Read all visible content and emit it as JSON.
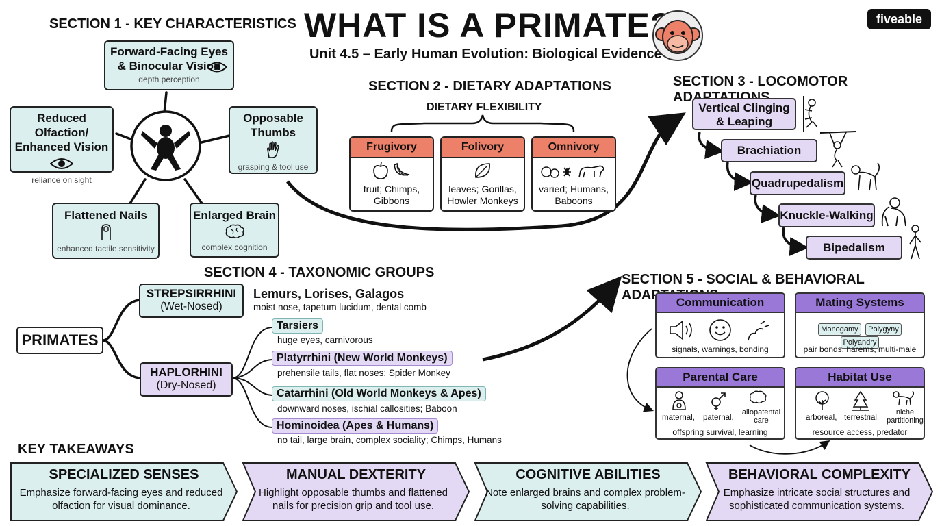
{
  "title": "WHAT IS A PRIMATE?",
  "subtitle": "Unit 4.5 – Early Human Evolution: Biological Evidence",
  "logo": "fiveable",
  "colors": {
    "teal": "#dcefef",
    "lavender": "#e4d9f5",
    "coral": "#ec8068",
    "purple_header": "#9a78d8"
  },
  "section1": {
    "heading": "SECTION 1 - KEY CHARACTERISTICS",
    "cards": [
      {
        "title": "Forward-Facing Eyes & Binocular Vision",
        "sub": "depth perception",
        "icon": "eye-icon"
      },
      {
        "title": "Reduced Olfaction/ Enhanced Vision",
        "sub": "reliance on sight",
        "icon": "eye-icon"
      },
      {
        "title": "Opposable Thumbs",
        "sub": "grasping & tool use",
        "icon": "hand-icon"
      },
      {
        "title": "Flattened Nails",
        "sub": "enhanced tactile sensitivity",
        "icon": "fingernail-icon"
      },
      {
        "title": "Enlarged Brain",
        "sub": "complex cognition",
        "icon": "brain-icon"
      }
    ]
  },
  "section2": {
    "heading": "SECTION 2 - DIETARY ADAPTATIONS",
    "flex": "DIETARY FLEXIBILITY",
    "cards": [
      {
        "title": "Frugivory",
        "text": "fruit; Chimps, Gibbons",
        "icon": "fruit-icon"
      },
      {
        "title": "Folivory",
        "text": "leaves; Gorillas, Howler Monkeys",
        "icon": "leaf-icon"
      },
      {
        "title": "Omnivory",
        "text": "varied; Humans, Baboons",
        "icon": "omnivore-icon"
      }
    ]
  },
  "section3": {
    "heading": "SECTION 3 - LOCOMOTOR ADAPTATIONS",
    "items": [
      "Vertical Clinging & Leaping",
      "Brachiation",
      "Quadrupedalism",
      "Knuckle-Walking",
      "Bipedalism"
    ]
  },
  "section4": {
    "heading": "SECTION 4 - TAXONOMIC GROUPS",
    "root": "PRIMATES",
    "strep": {
      "name": "STREPSIRRHINI",
      "sub": "(Wet-Nosed)",
      "examples": "Lemurs, Lorises, Galagos",
      "traits": "moist nose, tapetum lucidum, dental comb"
    },
    "haplo": {
      "name": "HAPLORHINI",
      "sub": "(Dry-Nosed)"
    },
    "groups": [
      {
        "name": "Tarsiers",
        "desc": "huge eyes, carnivorous"
      },
      {
        "name": "Platyrrhini (New World Monkeys)",
        "desc": "prehensile tails, flat noses; Spider Monkey"
      },
      {
        "name": "Catarrhini (Old World Monkeys & Apes)",
        "desc": "downward noses, ischial callosities; Baboon"
      },
      {
        "name": "Hominoidea (Apes & Humans)",
        "desc": "no tail, large brain, complex sociality; Chimps, Humans"
      }
    ]
  },
  "section5": {
    "heading": "SECTION 5 - SOCIAL & BEHAVIORAL ADAPTATIONS",
    "communication": {
      "title": "Communication",
      "caption": "signals, warnings, bonding"
    },
    "mating": {
      "title": "Mating Systems",
      "chips": [
        "Monogamy",
        "Polygyny",
        "Polyandry"
      ],
      "caption": "pair bonds, harems, multi-male"
    },
    "parental": {
      "title": "Parental Care",
      "labels": [
        "maternal,",
        "paternal,",
        "allopatental care"
      ],
      "caption": "offspring survival, learning"
    },
    "habitat": {
      "title": "Habitat Use",
      "labels": [
        "arboreal,",
        "terrestrial,",
        "niche partitioning"
      ],
      "caption": "resource access, predator avoidance"
    }
  },
  "takeaways": {
    "heading": "KEY TAKEAWAYS",
    "items": [
      {
        "title": "SPECIALIZED SENSES",
        "text": "Emphasize forward-facing eyes and reduced olfaction for visual dominance."
      },
      {
        "title": "MANUAL DEXTERITY",
        "text": "Highlight opposable thumbs and flattened nails for precision grip and tool use."
      },
      {
        "title": "COGNITIVE ABILITIES",
        "text": "Note enlarged brains and complex problem-solving capabilities."
      },
      {
        "title": "BEHAVIORAL COMPLEXITY",
        "text": "Emphasize intricate social structures and sophisticated communication systems."
      }
    ]
  }
}
